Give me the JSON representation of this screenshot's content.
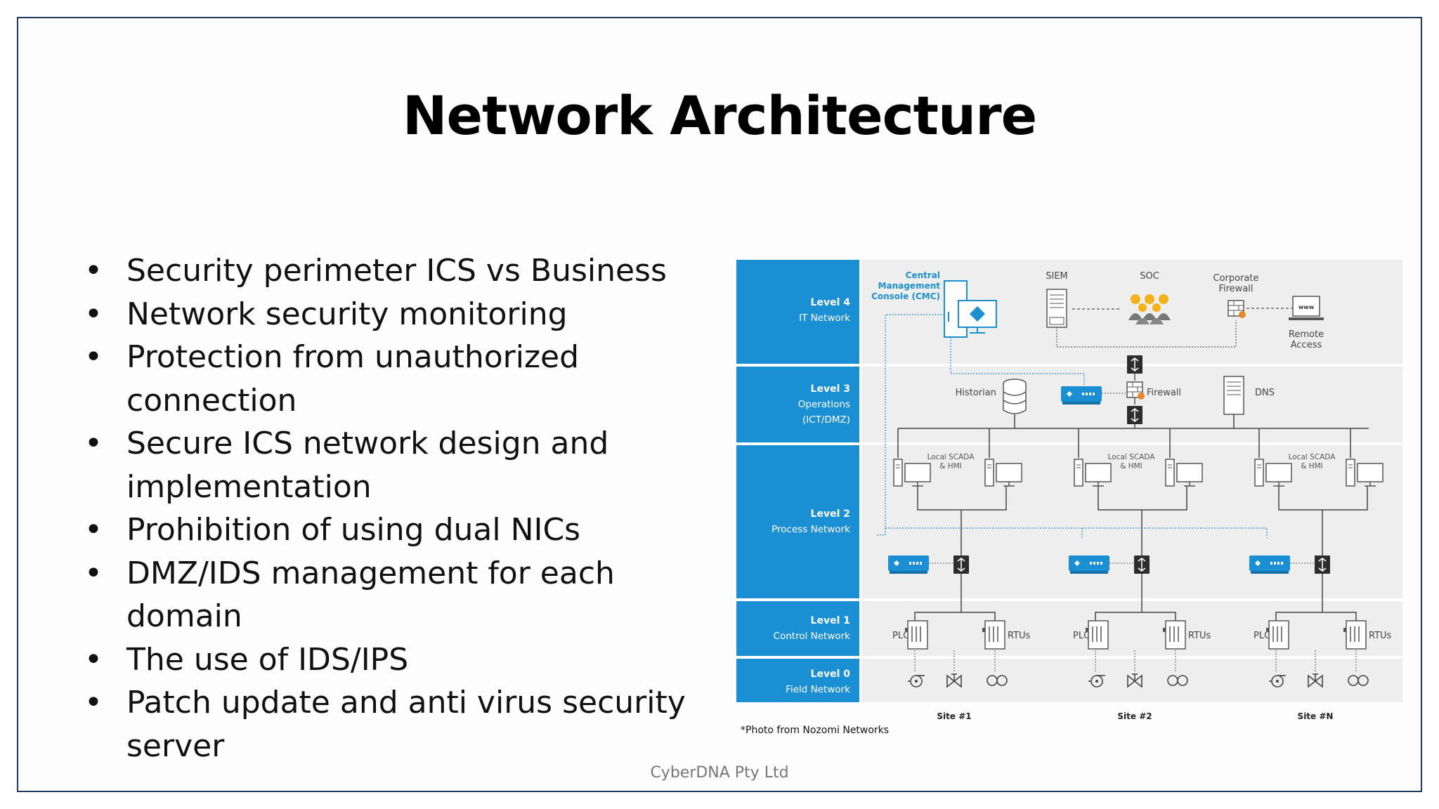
{
  "slide": {
    "title": "Network Architecture",
    "footer": "CyberDNA Pty Ltd",
    "bullets": [
      "Security perimeter ICS vs Business",
      "Network security monitoring",
      "Protection from unauthorized connection",
      "Secure ICS network design and implementation",
      "Prohibition of using dual NICs",
      "DMZ/IDS management for each domain",
      "The use of IDS/IPS",
      "Patch update and anti virus security server"
    ]
  },
  "diagram": {
    "levels": [
      {
        "title": "Level 4",
        "sub": [
          "IT Network"
        ]
      },
      {
        "title": "Level 3",
        "sub": [
          "Operations",
          "(ICT/DMZ)"
        ]
      },
      {
        "title": "Level 2",
        "sub": [
          "Process Network"
        ]
      },
      {
        "title": "Level 1",
        "sub": [
          "Control Network"
        ]
      },
      {
        "title": "Level 0",
        "sub": [
          "Field Network"
        ]
      }
    ],
    "cmc_label": [
      "Central",
      "Management",
      "Console (CMC)"
    ],
    "siem": "SIEM",
    "soc": "SOC",
    "corporate_firewall": [
      "Corporate",
      "Firewall"
    ],
    "remote_access": [
      "Remote",
      "Access"
    ],
    "www": "www",
    "historian": "Historian",
    "firewall": "Firewall",
    "dns": "DNS",
    "local_scada": [
      "Local SCADA",
      "& HMI"
    ],
    "plcs": "PLCs",
    "rtus": "RTUs",
    "sites": [
      "Site #1",
      "Site #2",
      "Site #N"
    ],
    "credit": "*Photo from Nozomi Networks",
    "colors": {
      "level_blue": "#1b8fd3",
      "accent_blue": "#1a8fd1",
      "band_grey": "#eeeeee",
      "switch_dark": "#2d2d2d",
      "soc_yellow": "#f3b21a"
    }
  }
}
